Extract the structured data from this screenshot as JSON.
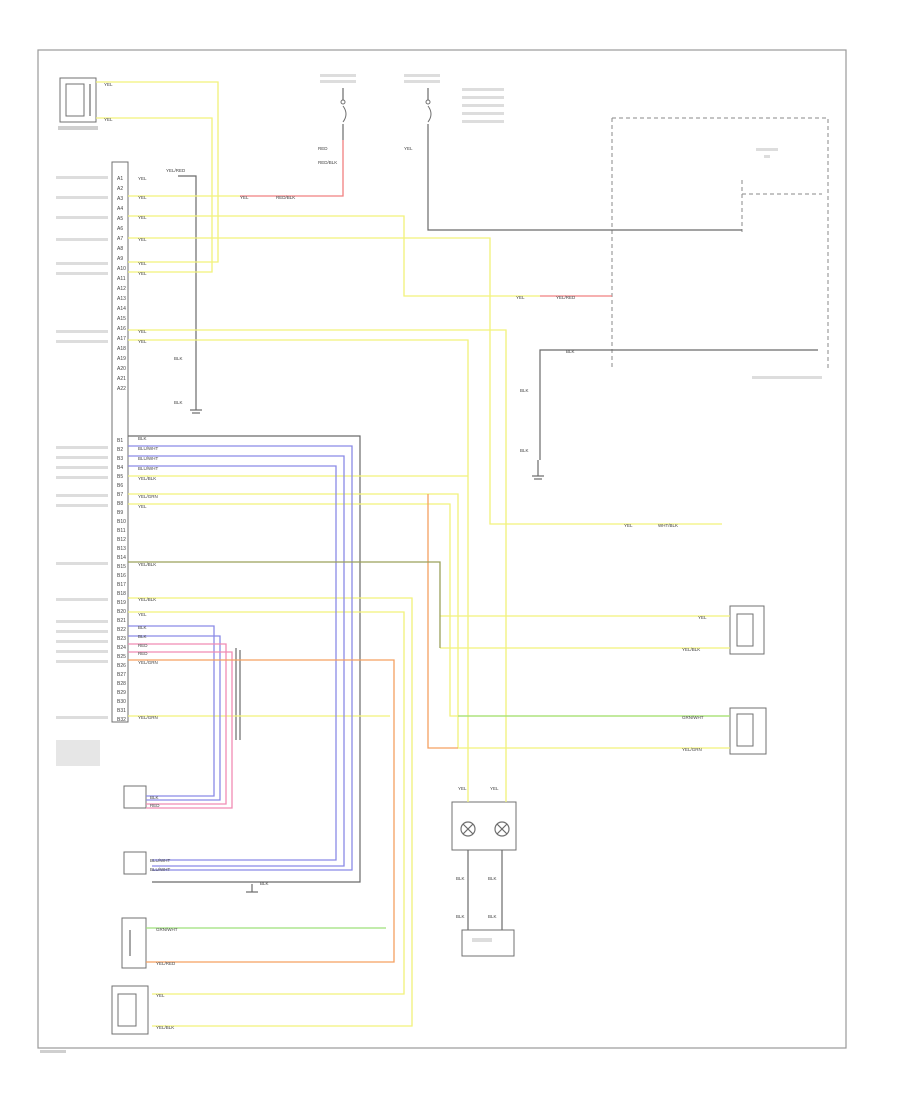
{
  "colors": {
    "yellow": "#f2f27a",
    "red": "#f08080",
    "blue": "#8a8ae6",
    "pink": "#f08cb4",
    "orange": "#f5a060",
    "green": "#9ee07a",
    "olive": "#9aa05a",
    "black": "#6a6a6a",
    "frame": "#9a9a9a"
  },
  "ecu": {
    "pins_top": [
      "A1",
      "A2",
      "A3",
      "A4",
      "A5",
      "A6",
      "A7",
      "A8",
      "A9",
      "A10",
      "A11",
      "A12",
      "A13",
      "A14",
      "A15",
      "A16",
      "A17",
      "A18",
      "A19",
      "A20",
      "A21",
      "A22"
    ],
    "pins_bottom": [
      "B1",
      "B2",
      "B3",
      "B4",
      "B5",
      "B6",
      "B7",
      "B8",
      "B9",
      "B10",
      "B11",
      "B12",
      "B13",
      "B14",
      "B15",
      "B16",
      "B17",
      "B18",
      "B19",
      "B20",
      "B21",
      "B22",
      "B23",
      "B24",
      "B25",
      "B26",
      "B27",
      "B28",
      "B29",
      "B30",
      "B31",
      "B32"
    ]
  },
  "wire_labels": {
    "yel": "YEL",
    "red_blk": "RED/BLK",
    "blk": "BLK",
    "blu_wht": "BLU/WHT",
    "yel_red": "YEL/RED",
    "yel_blk": "YEL/BLK",
    "yel_grn": "YEL/GRN",
    "red": "RED",
    "wht_blk": "WHT/BLK",
    "grn_wht": "GRN/WHT"
  }
}
